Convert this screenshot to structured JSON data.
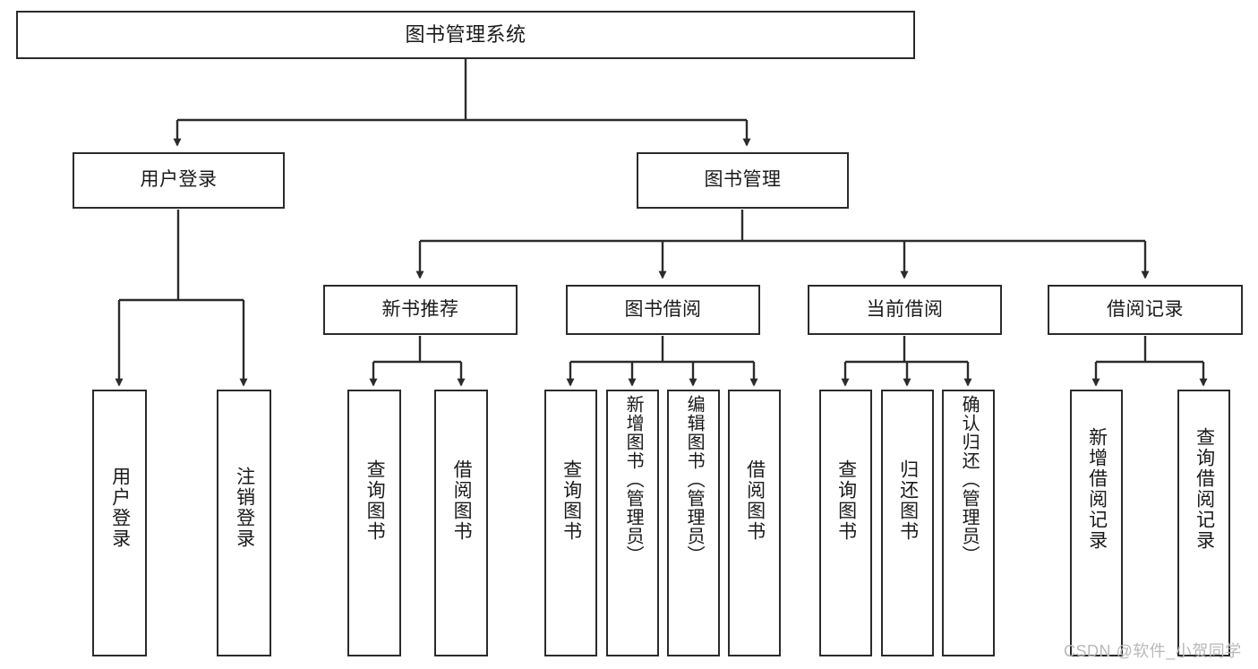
{
  "diagram": {
    "title": "图书管理系统",
    "type": "hierarchy-tree",
    "watermark": "CSDN @软件_小贺同学",
    "colors": {
      "border": "#2b2b2b",
      "background": "#ffffff",
      "text": "#1a1a1a",
      "edge": "#2b2b2b",
      "watermark": "#b9b9b9"
    },
    "nodes": {
      "root": {
        "label": "图书管理系统"
      },
      "level2": [
        {
          "label": "用户登录"
        },
        {
          "label": "图书管理"
        }
      ],
      "level3": [
        {
          "label": "新书推荐"
        },
        {
          "label": "图书借阅"
        },
        {
          "label": "当前借阅"
        },
        {
          "label": "借阅记录"
        }
      ],
      "leaves": {
        "user_login": [
          {
            "label": "用户登录"
          },
          {
            "label": "注销登录"
          }
        ],
        "new_book": [
          {
            "label": "查询图书"
          },
          {
            "label": "借阅图书"
          }
        ],
        "book_borrow": [
          {
            "label": "查询图书"
          },
          {
            "label": "新增图书（管理员）"
          },
          {
            "label": "编辑图书（管理员）"
          },
          {
            "label": "借阅图书"
          }
        ],
        "current_borrow": [
          {
            "label": "查询图书"
          },
          {
            "label": "归还图书"
          },
          {
            "label": "确认归还（管理员）"
          }
        ],
        "borrow_record": [
          {
            "label": "新增借阅记录"
          },
          {
            "label": "查询借阅记录"
          }
        ]
      }
    }
  }
}
